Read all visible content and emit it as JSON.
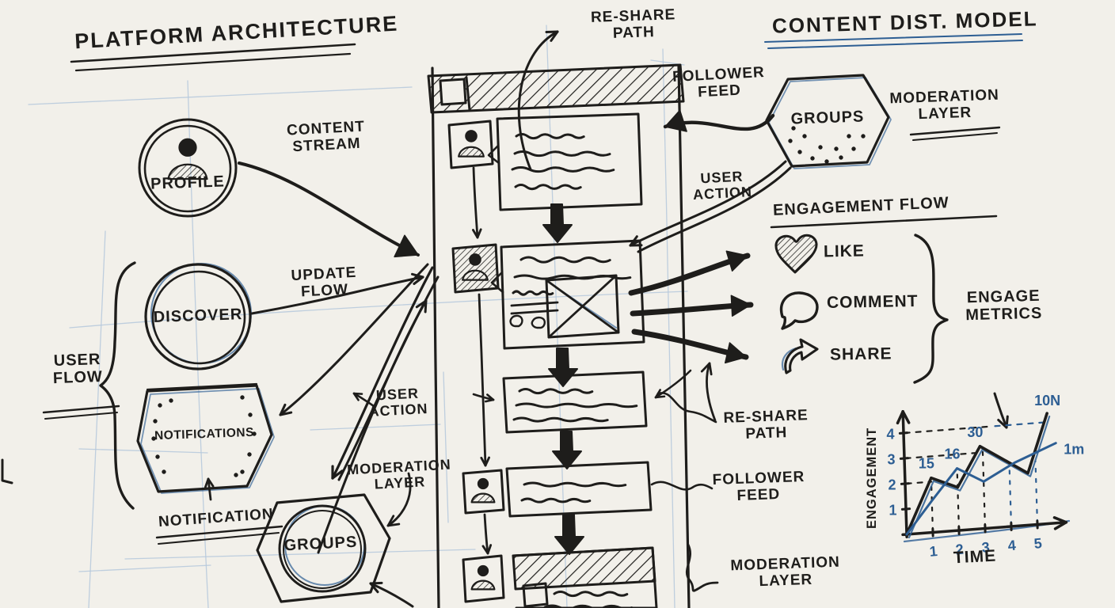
{
  "colors": {
    "paper": "#f2f0ea",
    "ink": "#1e1d1b",
    "blue": "#2d5e93",
    "grid": "#b5c8dc"
  },
  "header": {
    "left_title": "PLATFORM ARCHITECTURE",
    "right_title": "CONTENT DIST. MODEL"
  },
  "left_diagram": {
    "profile_label": "PROFILE",
    "discover_label": "DISCOVER",
    "notifications_label": "NOTIFICATIONS",
    "groups_label": "GROUPS",
    "content_stream": "CONTENT STREAM",
    "update_flow": "UPDATE FLOW",
    "user_flow": "USER FLOW",
    "notification": "NOTIFICATION",
    "moderation_layer": "MODERATION LAYER",
    "user_action": "USER ACTION"
  },
  "feed": {
    "re_share_path_top": "RE-SHARE PATH",
    "follower_feed_top": "FOLLOWER FEED",
    "user_action": "USER ACTION",
    "re_share_path": "RE-SHARE PATH",
    "follower_feed": "FOLLOWER FEED",
    "moderation_layer": "MODERATION LAYER"
  },
  "right_diagram": {
    "groups_label": "GROUPS",
    "moderation_layer": "MODERATION LAYER"
  },
  "engagement": {
    "title": "ENGAGEMENT FLOW",
    "items": [
      {
        "icon": "heart-icon",
        "label": "LIKE"
      },
      {
        "icon": "comment-icon",
        "label": "COMMENT"
      },
      {
        "icon": "share-icon",
        "label": "SHARE"
      }
    ],
    "metrics_label": "ENGAGE METRICS"
  },
  "chart_data": {
    "type": "line",
    "title": "",
    "xlabel": "TIME",
    "ylabel": "ENGAGEMENT",
    "x_ticks": [
      1,
      2,
      3,
      4,
      5
    ],
    "y_ticks": [
      1,
      2,
      3,
      4
    ],
    "xlim": [
      0,
      6.1
    ],
    "ylim": [
      0,
      4.85
    ],
    "grid": false,
    "legend_position": "none",
    "series": [
      {
        "name": "primary",
        "color": "#1e1d1b",
        "points": [
          [
            0,
            0
          ],
          [
            1,
            2.15
          ],
          [
            2,
            1.7
          ],
          [
            2.9,
            3.25
          ],
          [
            4.7,
            2.05
          ],
          [
            5.5,
            4.35
          ]
        ],
        "end_label": "10N"
      },
      {
        "name": "secondary",
        "color": "#2d5e93",
        "points": [
          [
            0,
            0
          ],
          [
            1,
            1.25
          ],
          [
            2,
            2.45
          ],
          [
            3,
            1.85
          ],
          [
            4.2,
            2.5
          ],
          [
            5.8,
            3.15
          ]
        ],
        "end_label": "1m"
      }
    ],
    "point_labels": [
      {
        "text": "15",
        "x": 1,
        "y": 2.15
      },
      {
        "text": "16",
        "x": 2,
        "y": 2.45
      },
      {
        "text": "30",
        "x": 2.9,
        "y": 3.25
      }
    ],
    "guides": {
      "h": [
        {
          "y": 2,
          "to_x": 1.0,
          "color": "ink"
        },
        {
          "y": 3,
          "to_x": 2.85,
          "color": "ink"
        },
        {
          "y": 4,
          "to_x": 3.3,
          "color": "ink"
        },
        {
          "y": 4,
          "from_x": 3.5,
          "to_x": 5.35,
          "color": "blue"
        }
      ],
      "v": [
        {
          "x": 1,
          "to_y": 2.0,
          "color": "ink"
        },
        {
          "x": 2,
          "to_y": 2.3,
          "color": "ink"
        },
        {
          "x": 3,
          "to_y": 3.1,
          "color": "ink"
        },
        {
          "x": 4,
          "to_y": 2.4,
          "color": "blue"
        },
        {
          "x": 5,
          "to_y": 2.5,
          "color": "blue"
        }
      ]
    }
  }
}
